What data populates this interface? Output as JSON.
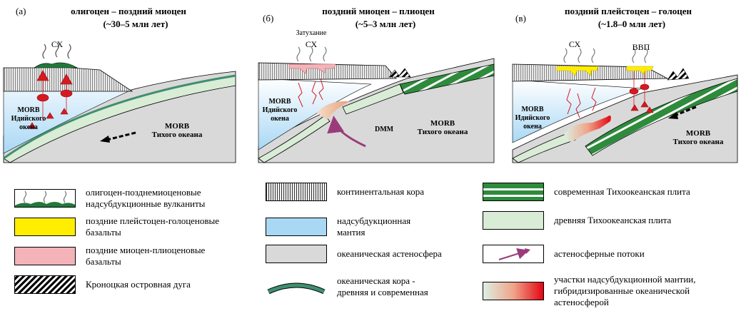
{
  "panels": [
    {
      "letter": "(а)",
      "title": "олигоцен – поздний миоцен",
      "subtitle": "(~30–5 млн лет)"
    },
    {
      "letter": "(б)",
      "title": "поздний миоцен – плиоцен",
      "subtitle": "(~5–3 млн лет)"
    },
    {
      "letter": "(в)",
      "title": "поздний плейстоцен – голоцен",
      "subtitle": "(~1.8–0 млн лет)"
    }
  ],
  "labels": {
    "sx": "СХ",
    "vvp": "ВВП",
    "fading": "Затухание",
    "morb_indian": "MORB\nИдийского\nокена",
    "morb_pacific": "MORB\nТихого океана",
    "dmm": "DMM"
  },
  "legend": [
    {
      "key": "volcanics",
      "text": "олигоцен-позднемиоценовые\nнадсубдукционные вулканиты",
      "color": "#1f7a3a"
    },
    {
      "key": "late-pleistocene-basalts",
      "text": "поздние плейстоцен-голоценовые\nбазальты",
      "color": "#ffee00"
    },
    {
      "key": "late-miocene-basalts",
      "text": "поздние миоцен-плиоценовые\nбазальты",
      "color": "#f4b3b8"
    },
    {
      "key": "kronotsky-arc",
      "text": "Кроноцкая островная дуга",
      "color": "#000000"
    },
    {
      "key": "continental-crust",
      "text": "континентальная кора",
      "color": "#000000"
    },
    {
      "key": "suprasubduction-mantle",
      "text": "надсубдукционная\nмантия",
      "color": "#a9d8f5"
    },
    {
      "key": "oceanic-asthenosphere",
      "text": "океаническая астеносфера",
      "color": "#d9d9d9"
    },
    {
      "key": "oceanic-crust",
      "text": "океаническая кора -\nдревняя и современная",
      "color": "#3f8f6f"
    },
    {
      "key": "modern-pacific-plate",
      "text": "современная Тихоокеанская плита",
      "color": "#2e8b3c"
    },
    {
      "key": "ancient-pacific-plate",
      "text": "древняя Тихоокеанская плита",
      "color": "#d8ecd6"
    },
    {
      "key": "asthenospheric-flows",
      "text": "астеносферные потоки",
      "color": "#9b3b7a"
    },
    {
      "key": "hybridized-mantle",
      "text": "участки надсубдукционной мантии,\nгибридизированные океанической\nастеносферой",
      "color": "#e30613"
    }
  ]
}
